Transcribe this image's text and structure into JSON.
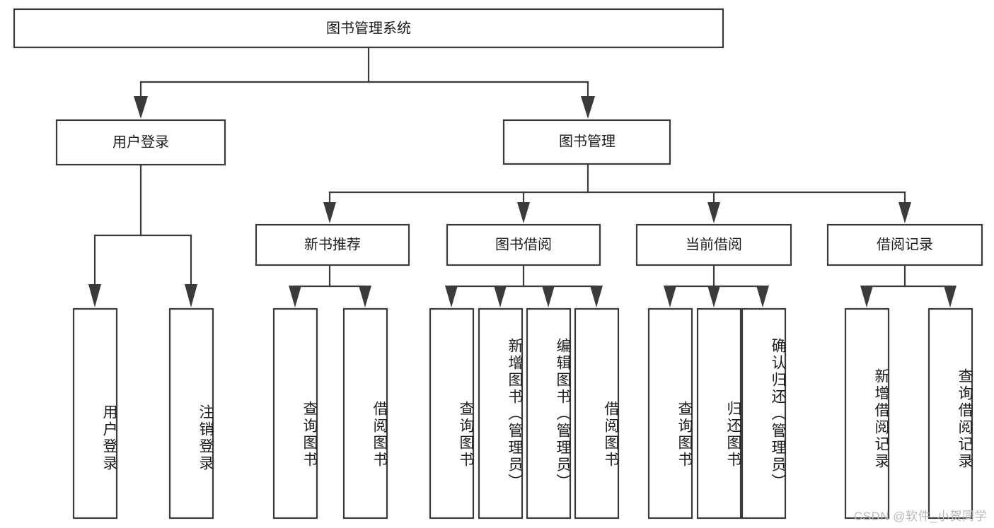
{
  "diagram": {
    "title": "图书管理系统",
    "type": "tree",
    "orientation": "top-down",
    "colors": {
      "box_stroke": "#3b3b3b",
      "box_fill": "#ffffff",
      "text": "#1b1b1b",
      "background": "#ffffff",
      "watermark": "#b9b9b9"
    },
    "root": {
      "id": "root",
      "label": "图书管理系统"
    },
    "level2": [
      {
        "id": "user-login",
        "label": "用户登录"
      },
      {
        "id": "book-manage",
        "label": "图书管理"
      }
    ],
    "level3": [
      {
        "id": "new-book-rec",
        "label": "新书推荐",
        "parent": "book-manage"
      },
      {
        "id": "book-borrow",
        "label": "图书借阅",
        "parent": "book-manage"
      },
      {
        "id": "current-borrow",
        "label": "当前借阅",
        "parent": "book-manage"
      },
      {
        "id": "borrow-record",
        "label": "借阅记录",
        "parent": "book-manage"
      }
    ],
    "leaves": [
      {
        "id": "leaf-user-login",
        "label": "用户登录",
        "parent": "user-login"
      },
      {
        "id": "leaf-logout",
        "label": "注销登录",
        "parent": "user-login"
      },
      {
        "id": "leaf-query-book-1",
        "label": "查询图书",
        "parent": "new-book-rec"
      },
      {
        "id": "leaf-borrow-book-1",
        "label": "借阅图书",
        "parent": "new-book-rec"
      },
      {
        "id": "leaf-query-book-2",
        "label": "查询图书",
        "parent": "book-borrow"
      },
      {
        "id": "leaf-add-book",
        "label": "新增图书（管理员）",
        "parent": "book-borrow"
      },
      {
        "id": "leaf-edit-book",
        "label": "编辑图书（管理员）",
        "parent": "book-borrow"
      },
      {
        "id": "leaf-borrow-book-2",
        "label": "借阅图书",
        "parent": "book-borrow"
      },
      {
        "id": "leaf-query-book-3",
        "label": "查询图书",
        "parent": "current-borrow"
      },
      {
        "id": "leaf-return-book",
        "label": "归还图书",
        "parent": "current-borrow"
      },
      {
        "id": "leaf-confirm-return",
        "label": "确认归还（管理员）",
        "parent": "current-borrow"
      },
      {
        "id": "leaf-add-record",
        "label": "新增借阅记录",
        "parent": "borrow-record"
      },
      {
        "id": "leaf-query-record",
        "label": "查询借阅记录",
        "parent": "borrow-record"
      }
    ]
  },
  "watermark": {
    "text": "CSDN @软件_小贺同学"
  }
}
